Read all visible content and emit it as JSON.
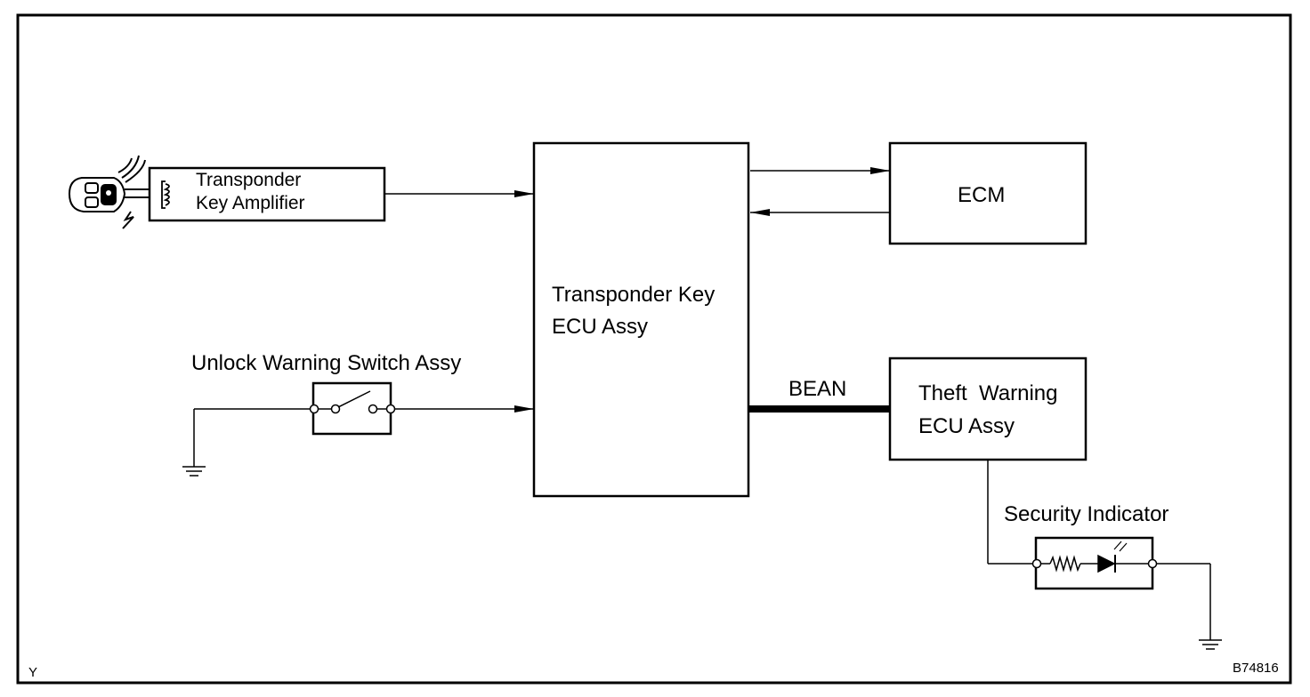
{
  "blocks": {
    "amplifier": {
      "line1": "Transponder",
      "line2": "Key Amplifier"
    },
    "ecu": {
      "line1": "Transponder Key",
      "line2": "ECU Assy"
    },
    "ecm": {
      "label": "ECM"
    },
    "theft": {
      "line1": "Theft  Warning",
      "line2": "ECU Assy"
    }
  },
  "labels": {
    "unlock_switch": "Unlock Warning Switch Assy",
    "bean": "BEAN",
    "security_indicator": "Security Indicator"
  },
  "footer": {
    "left_code": "Y",
    "figure_id": "B74816"
  }
}
